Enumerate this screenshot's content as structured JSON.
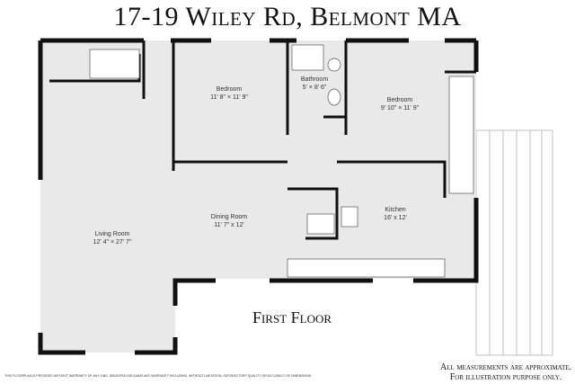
{
  "title": "17-19 Wiley Rd, Belmont MA",
  "floor_label": "First Floor",
  "rooms": [
    {
      "name": "Bedroom",
      "size": "11' 8\" × 11' 9\""
    },
    {
      "name": "Bathroom",
      "size": "5' × 8' 6\""
    },
    {
      "name": "Bedroom",
      "size": "9' 10\" × 11' 9\""
    },
    {
      "name": "Living Room",
      "size": "12' 4\" × 27' 7\""
    },
    {
      "name": "Dining Room",
      "size": "11' 7\" x 12'"
    },
    {
      "name": "Kitchen",
      "size": "16' x 12'"
    }
  ],
  "disclaimer": "THIS FLOORPLAN IS PROVIDED WITHOUT WARRANTY OF ANY KIND. SENSOPIA DISCLAIMS ANY WARRANTY INCLUDING, WITHOUT LIMITATION, SATISFACTORY QUALITY OR ACCURACY OF DIMENSIONS.",
  "note_line1": "All measurements are approximate.",
  "note_line2": "For illustration purpose only.",
  "colors": {
    "floor": "#e9e9e9",
    "wall": "#111111"
  }
}
